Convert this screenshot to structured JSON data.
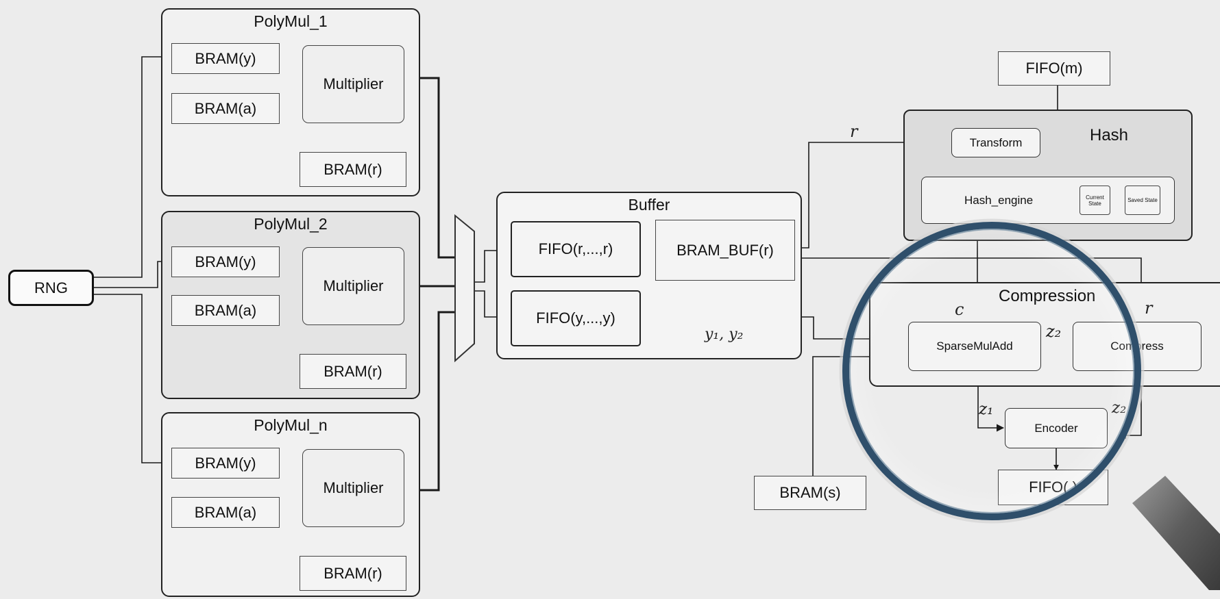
{
  "rng": "RNG",
  "polymul": [
    {
      "title": "PolyMul_1",
      "bram_y": "BRAM(y)",
      "bram_a": "BRAM(a)",
      "multiplier": "Multiplier",
      "bram_r": "BRAM(r)"
    },
    {
      "title": "PolyMul_2",
      "bram_y": "BRAM(y)",
      "bram_a": "BRAM(a)",
      "multiplier": "Multiplier",
      "bram_r": "BRAM(r)"
    },
    {
      "title": "PolyMul_n",
      "bram_y": "BRAM(y)",
      "bram_a": "BRAM(a)",
      "multiplier": "Multiplier",
      "bram_r": "BRAM(r)"
    }
  ],
  "buffer": {
    "title": "Buffer",
    "fifo_r": "FIFO(r,...,r)",
    "bram_buf": "BRAM_BUF(r)",
    "fifo_y": "FIFO(y,...,y)",
    "label_y": "y₁, y₂"
  },
  "hash": {
    "title": "Hash",
    "fifo_m": "FIFO(m)",
    "transform": "Transform",
    "engine": "Hash_engine",
    "current_state": "Current State",
    "saved_state": "Saved State",
    "label_r": "r"
  },
  "compression": {
    "title": "Compression",
    "sparse": "SparseMulAdd",
    "compress": "Compress",
    "encoder": "Encoder",
    "fifo_out": "FIFO( )",
    "bram_s": "BRAM(s)",
    "label_c": "c",
    "label_r": "r",
    "label_z2": "z₂",
    "label_z1": "z₁",
    "label_z2b": "z₂"
  },
  "colors": {
    "lens_ring": "#2f4f6b",
    "lens_handle": "#6e6e6e"
  }
}
